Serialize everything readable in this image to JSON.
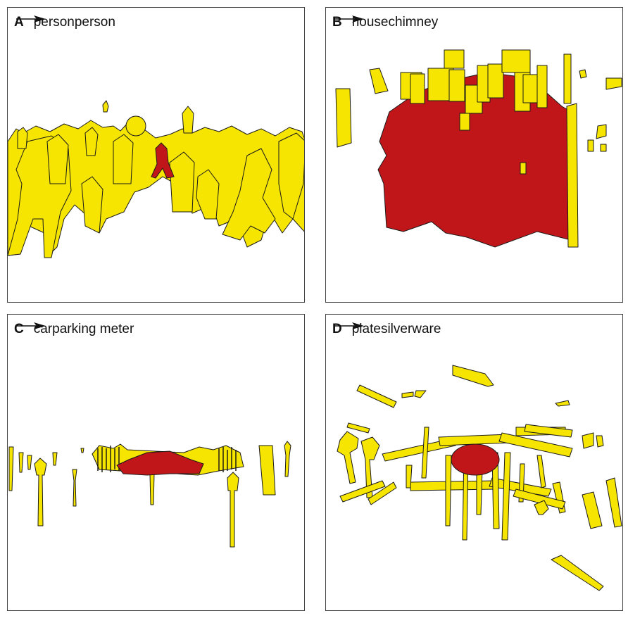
{
  "colors": {
    "target": "#c0161a",
    "context": "#f6e500",
    "outline": "#1a1a1a"
  },
  "panels": [
    {
      "letter": "A",
      "source": "person",
      "target": "person"
    },
    {
      "letter": "B",
      "source": "house",
      "target": "chimney"
    },
    {
      "letter": "C",
      "source": "car",
      "target": "parking meter"
    },
    {
      "letter": "D",
      "source": "plate",
      "target": "silverware"
    }
  ]
}
